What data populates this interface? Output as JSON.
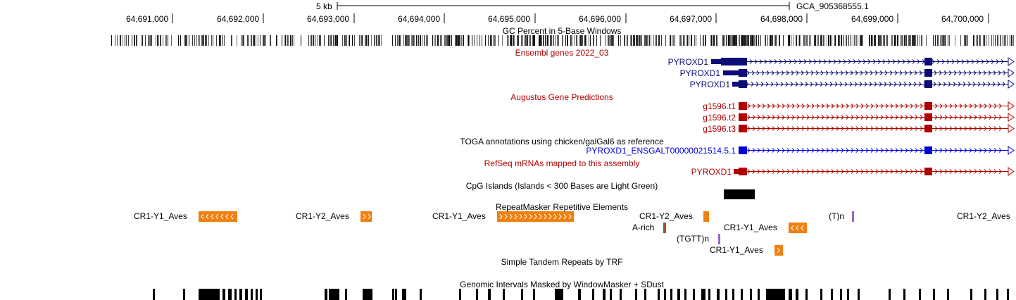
{
  "ruler": {
    "scale_label": "5 kb",
    "assembly": "GCA_905368555.1",
    "positions": [
      "64,691,000",
      "64,692,000",
      "64,693,000",
      "64,694,000",
      "64,695,000",
      "64,696,000",
      "64,697,000",
      "64,698,000",
      "64,699,000",
      "64,700,000"
    ]
  },
  "tracks": {
    "gc_percent": {
      "title": "GC Percent in 5-Base Windows"
    },
    "ensembl": {
      "title": "Ensembl genes 2022_03",
      "color": "#0c0c78",
      "items": [
        {
          "name": "PYROXD1"
        },
        {
          "name": "PYROXD1"
        },
        {
          "name": "PYROXD1"
        }
      ]
    },
    "augustus": {
      "title": "Augustus Gene Predictions",
      "color": "#b00000",
      "items": [
        {
          "name": "g1596.t1"
        },
        {
          "name": "g1596.t2"
        },
        {
          "name": "g1596.t3"
        }
      ]
    },
    "toga": {
      "title": "TOGA annotations using chicken/galGal6 as reference",
      "color": "#0000dd",
      "items": [
        {
          "name": "PYROXD1_ENSGALT00000021514.5.1"
        }
      ]
    },
    "refseq": {
      "title": "RefSeq mRNAs mapped to this assembly",
      "color": "#b00000",
      "items": [
        {
          "name": "PYROXD1"
        }
      ]
    },
    "cpg": {
      "title": "CpG Islands (Islands < 300 Bases are Light Green)"
    },
    "repeatmasker": {
      "title": "RepeatMasker Repetitive Elements",
      "color": "#f08010",
      "items": [
        {
          "name": "CR1-Y1_Aves"
        },
        {
          "name": "CR1-Y2_Aves"
        },
        {
          "name": "CR1-Y1_Aves"
        },
        {
          "name": "CR1-Y2_Aves"
        },
        {
          "name": "(T)n"
        },
        {
          "name": "CR1-Y2_Aves"
        },
        {
          "name": "A-rich"
        },
        {
          "name": "CR1-Y1_Aves"
        },
        {
          "name": "(TGTT)n"
        },
        {
          "name": "CR1-Y1_Aves"
        }
      ]
    },
    "trf": {
      "title": "Simple Tandem Repeats by TRF"
    },
    "windowmasker": {
      "title": "Genomic Intervals Masked by WindowMasker + SDust"
    }
  }
}
